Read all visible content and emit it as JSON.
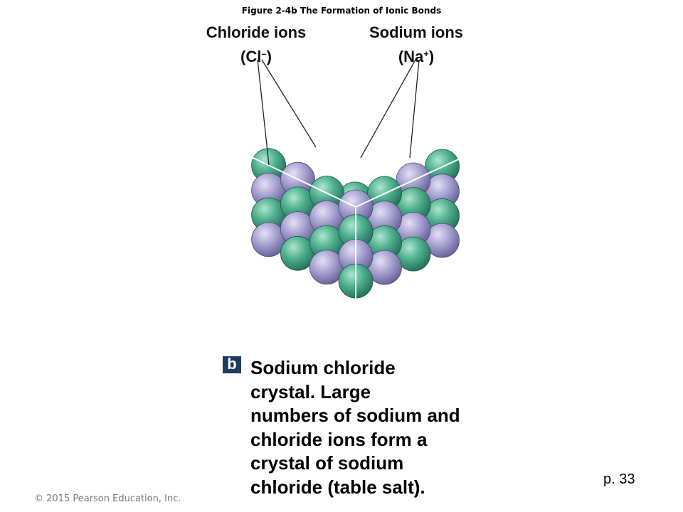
{
  "figure_title": "Figure 2-4b  The Formation of Ionic Bonds",
  "labels": {
    "chloride": {
      "name": "Chloride ions",
      "symbol_open": "(Cl",
      "charge": "–",
      "symbol_close": ")"
    },
    "sodium": {
      "name": "Sodium ions",
      "symbol_open": "(Na",
      "charge": "+",
      "symbol_close": ")"
    }
  },
  "panel_letter": "b",
  "caption": {
    "lines": [
      "Sodium chloride",
      "crystal. Large",
      "numbers of sodium and",
      "chloride ions form a",
      "crystal of sodium",
      "chloride (table salt)."
    ]
  },
  "page_ref": "p. 33",
  "copyright": "© 2015 Pearson Education, Inc.",
  "colors": {
    "chloride_ion": "#3f9e7e",
    "sodium_ion": "#9c97c7",
    "panel_badge": "#1f3a5f"
  }
}
